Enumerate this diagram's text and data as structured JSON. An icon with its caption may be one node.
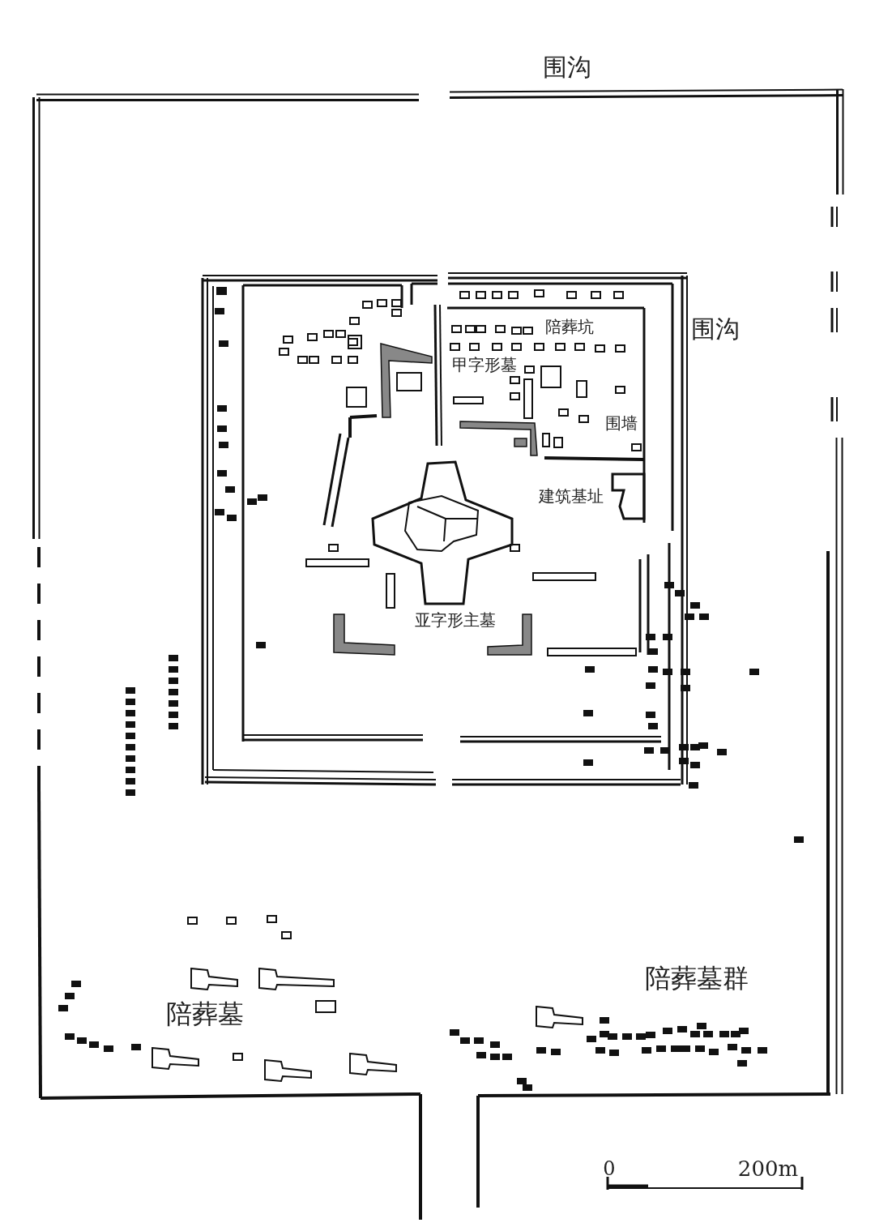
{
  "diagram": {
    "labels": [
      "围沟",
      "围沟",
      "陪葬坑",
      "甲字形墓",
      "围墙",
      "建筑基址",
      "亚字形主墓",
      "陪葬墓群",
      "陪葬墓",
      "0",
      "200m"
    ]
  }
}
